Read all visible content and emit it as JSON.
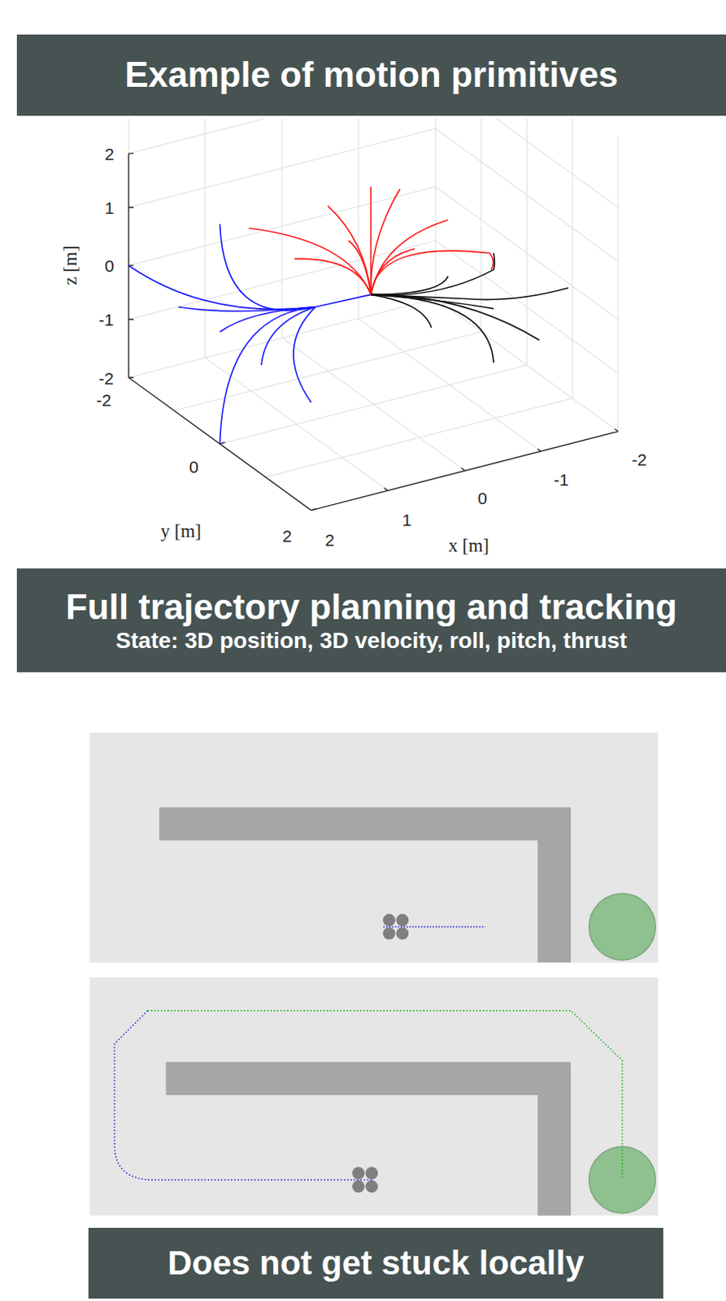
{
  "diagram": {
    "nodes": [
      {
        "text": [
          "Example of motion primitives"
        ]
      },
      {
        "text": [
          "Full trajectory planning and tracking",
          "State: 3D position, 3D velocity, roll, pitch, thrust"
        ]
      },
      {
        "text": [
          "Does not get stuck locally"
        ]
      }
    ],
    "labels": [
      "2",
      "1",
      "0",
      "-1",
      "-2",
      "z [m]",
      "-2",
      "0",
      "2",
      "y [m]",
      "2",
      "1",
      "0",
      "-1",
      "-2",
      "x [m]"
    ]
  }
}
